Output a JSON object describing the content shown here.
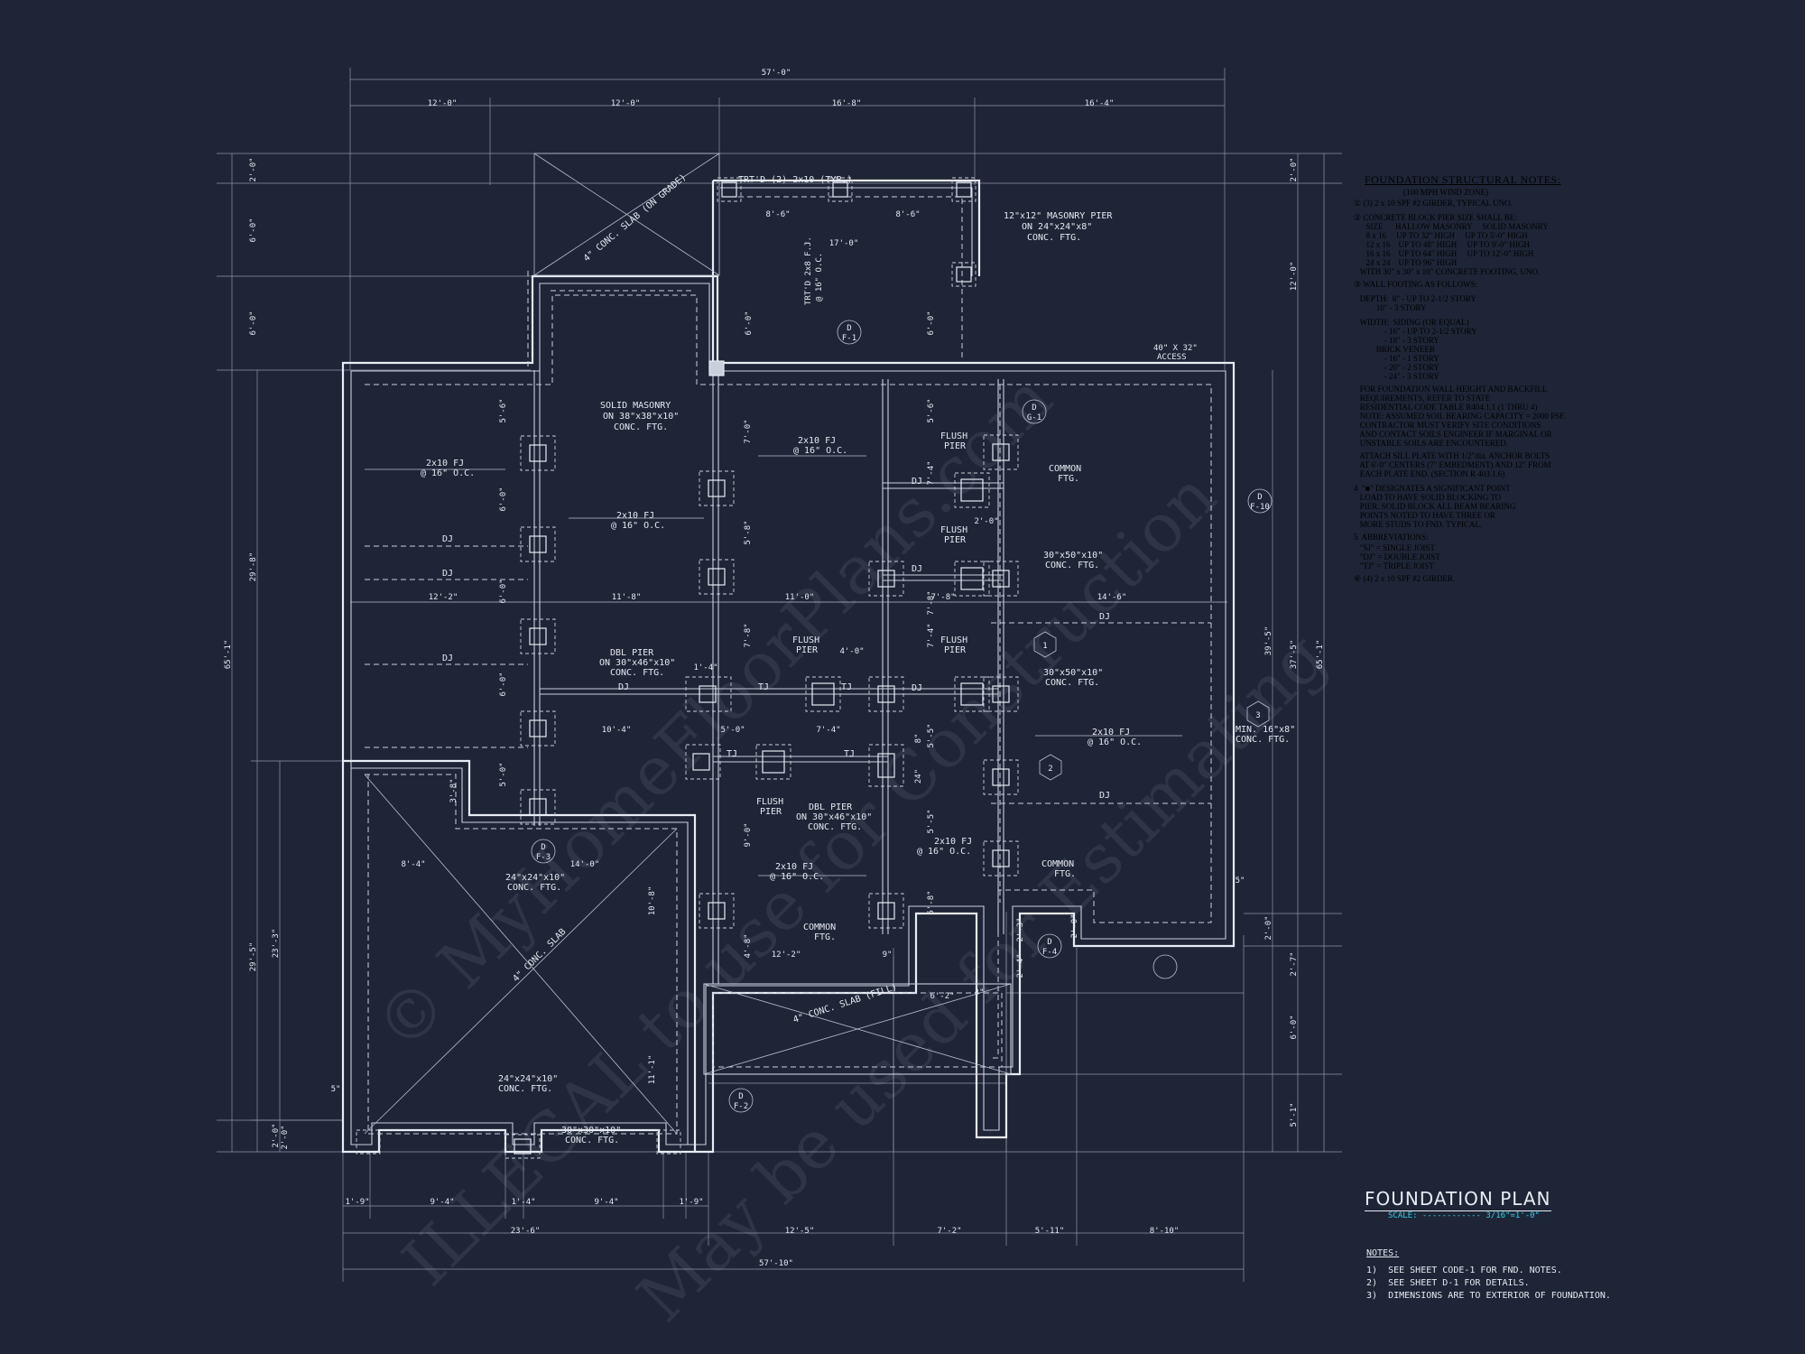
{
  "notes": {
    "title": "FOUNDATION STRUCTURAL NOTES:",
    "subtitle": "(100 MPH WIND ZONE)",
    "lines": [
      "① (3) 2 x 10 SPF #2 GIRDER, TYPICAL UNO.",
      "② CONCRETE BLOCK PIER SIZE SHALL BE:",
      "      SIZE      HALLOW MASONRY     SOLID MASONRY",
      "      8 x 16     UP TO 32\" HIGH     UP TO 5'-0\" HIGH",
      "      12 x 16    UP TO 48\" HIGH     UP TO 9'-0\" HIGH",
      "      16 x 16    UP TO 64\" HIGH     UP TO 12'-0\" HIGH",
      "      24 x 24    UP TO 96\" HIGH",
      "   WITH 30\" x 30\" x 10\" CONCRETE FOOTING, UNO.",
      "③ WALL FOOTING AS FOLLOWS:",
      "   DEPTH:  8\" - UP TO 2-1/2 STORY",
      "           10\" - 3 STORY",
      "   WIDTH:  SIDING (OR EQUAL)",
      "               - 16\" - UP TO 2-1/2 STORY",
      "               - 18\" - 3 STORY",
      "           BRICK VENEER",
      "               - 16\" - 1 STORY",
      "               - 20\" - 2 STORY",
      "               - 24\" - 3 STORY",
      "   FOR FOUNDATION WALL HEIGHT AND BACKFILL",
      "   REQUIREMENTS, REFER TO STATE",
      "   RESIDENTIAL CODE TABLE R404.1.1 (1 THRU 4)",
      "   NOTE: ASSUMED SOIL BEARING CAPACITY = 2000 PSF.",
      "   CONTRACTOR MUST VERIFY SITE CONDITIONS",
      "   AND CONTACT SOILS ENGINEER IF MARGINAL OR",
      "   UNSTABLE SOILS ARE ENCOUNTERED.",
      "   ATTACH SILL PLATE WITH 1/2\"dia. ANCHOR BOLTS",
      "   AT 6'-0\" CENTERS (7\" EMBEDMENT) AND 12\" FROM",
      "   EACH PLATE END. (SECTION R 403.1.6)",
      "4  \"■\" DESIGNATES A SIGNIFICANT POINT",
      "   LOAD TO HAVE SOLID BLOCKING TO",
      "   PIER. SOLID BLOCK ALL BEAM BEARING",
      "   POINTS NOTED TO HAVE THREE OR",
      "   MORE STUDS TO FND. TYPICAL.",
      "5  ABBREVIATIONS:",
      "   \"SJ\" = SINGLE JOIST",
      "   \"DJ\" = DOUBLE JOIST",
      "   \"TJ\" = TRIPLE JOIST",
      "⑥ (4) 2 x 10 SPF #2 GIRDER."
    ]
  },
  "title_block": {
    "title": "FOUNDATION PLAN",
    "scale": "SCALE: ------------ 3/16\"=1'-0\"",
    "notes_title": "NOTES:",
    "notes": [
      "1)  SEE SHEET CODE-1 FOR FND. NOTES.",
      "2)  SEE SHEET D-1 FOR DETAILS.",
      "3)  DIMENSIONS ARE TO EXTERIOR OF FOUNDATION."
    ]
  },
  "watermarks": [
    "© MyHomeFloorPlans.com",
    "ILLEGAL to use for Construction",
    "May be used for Estimating"
  ],
  "dims": {
    "top_total": "57'-0\"",
    "top_1": "12'-0\"",
    "top_2": "12'-0\"",
    "top_3": "16'-8\"",
    "top_4": "16'-4\"",
    "bot_total": "57'-10\"",
    "bot_1": "23'-6\"",
    "bot_2": "12'-5\"",
    "bot_3": "7'-2\"",
    "bot_4": "5'-11\"",
    "bot_5": "8'-10\"",
    "bot_a": "1'-9\"",
    "bot_b": "9'-4\"",
    "bot_c": "1'-4\"",
    "bot_d": "9'-4\"",
    "bot_e": "1'-9\"",
    "left_total": "65'-1\"",
    "left_a": "2'-0\"",
    "left_b": "6'-0\"",
    "left_c": "6'-0\"",
    "left_d": "29'-8\"",
    "left_e": "29'-5\"",
    "left_f": "23'-3\"",
    "left_g": "2'-0\"",
    "right_total": "65'-1\"",
    "right_a": "2'-0\"",
    "right_b": "12'-0\"",
    "right_c": "39'-5\"",
    "right_d": "37'-5\"",
    "right_e": "2'-0\"",
    "right_f": "2'-7\"",
    "right_g": "6'-0\"",
    "right_h": "5'-1\""
  },
  "labels": {
    "trtd_top": "TRT'D (2) 2x10 (TYP.)",
    "masonry_pier": "12\"x12\" MASONRY PIER",
    "masonry_pier_2": "ON 24\"x24\"x8\"",
    "masonry_pier_3": "CONC. FTG.",
    "solid_masonry": "SOLID MASONRY",
    "solid_masonry_2": "ON 38\"x38\"x10\"",
    "solid_masonry_3": "CONC. FTG.",
    "slab_top": "4\" CONC. SLAB (ON GRADE)",
    "slab_garage": "4\" CONC. SLAB",
    "slab_porch": "4\" CONC. SLAB (FILL)",
    "access": "40\" X 32\"",
    "access_2": "ACCESS",
    "trtd_vert": "TRT'D 2x8 F.J.",
    "trtd_vert_2": "@ 16\" O.C.",
    "fj1": "2x10 FJ",
    "fj1b": "@ 16\" O.C.",
    "fj2": "2x10 FJ",
    "fj2b": "@ 16\" O.C.",
    "fj3": "2x10 FJ",
    "fj3b": "@ 16\" O.C.",
    "fj4": "2x10 FJ",
    "fj4b": "@ 16\" O.C.",
    "fj5": "2x10 FJ",
    "fj5b": "@ 16\" O.C.",
    "fj6": "2x10 FJ",
    "fj6b": "@ 16\" O.C.",
    "dj": "DJ",
    "tj": "TJ",
    "flush_pier": "FLUSH",
    "flush_pier_2": "PIER",
    "common_ftg": "COMMON",
    "common_ftg_2": "FTG.",
    "conc_30x50": "30\"x50\"x10\"",
    "conc_ftg": "CONC. FTG.",
    "dbl_pier": "DBL PIER",
    "dbl_pier_2": "ON 30\"x46\"x10\"",
    "dbl_pier_3": "CONC. FTG.",
    "min_16x8": "MIN. 16\"x8\"",
    "min_16x8_2": "CONC. FTG.",
    "ftg_24": "24\"x24\"x10\"",
    "ftg_30": "30\"x30\"x10\"",
    "d_tags": [
      "D",
      "F-1",
      "D",
      "F-2",
      "D",
      "G-1",
      "D",
      "F-10",
      "D",
      "F-3",
      "D",
      "F-4"
    ],
    "callouts": [
      "1",
      "2",
      "3"
    ],
    "in_dims": [
      "8'-6\"",
      "8'-6\"",
      "17'-0\"",
      "6'-0\"",
      "6'-0\"",
      "5'-6\"",
      "6'-0\"",
      "6'-0\"",
      "6'-0\"",
      "5'-0\"",
      "12'-2\"",
      "11'-8\"",
      "11'-0\"",
      "7'-0\"",
      "5'-8\"",
      "7'-8\"",
      "14'-6\"",
      "5'-6\"",
      "7'-4\"",
      "2'-0\"",
      "7'-8\"",
      "7'-8\"",
      "4'-0\"",
      "7'-4\"",
      "10'-4\"",
      "5'-0\"",
      "7'-4\"",
      "5'-5\"",
      "5'-5\"",
      "9'-0\"",
      "4'-8\"",
      "12'-2\"",
      "5'-8\"",
      "8'-4\"",
      "14'-0\"",
      "10'-8\"",
      "3'-8\"",
      "6'-2\"",
      "4\"",
      "5\"",
      "2'-3\"",
      "2'-4\"",
      "2'-0\"",
      "11'-1\"",
      "5\"",
      "2'-0\"",
      "1'-4\"",
      "9\"",
      "24\"",
      "8\""
    ]
  }
}
